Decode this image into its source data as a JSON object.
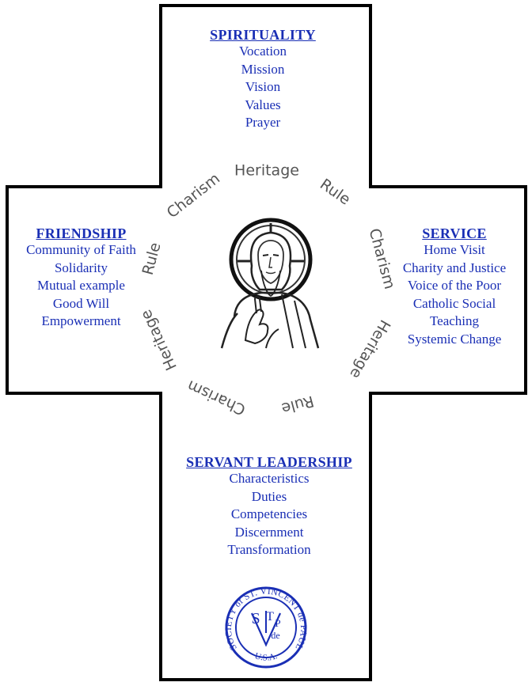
{
  "sections": {
    "top": {
      "heading": "SPIRITUALITY",
      "items": [
        "Vocation",
        "Mission",
        "Vision",
        "Values",
        "Prayer"
      ]
    },
    "left": {
      "heading": "FRIENDSHIP",
      "items": [
        "Community of Faith",
        "Solidarity",
        "Mutual example",
        "Good Will",
        "Empowerment"
      ]
    },
    "right": {
      "heading": "SERVICE",
      "items": [
        "Home Visit",
        "Charity and Justice",
        "Voice of the Poor",
        "Catholic Social",
        "Teaching",
        "Systemic Change"
      ]
    },
    "bottom": {
      "heading": "SERVANT LEADERSHIP",
      "items": [
        "Characteristics",
        "Duties",
        "Competencies",
        "Discernment",
        "Transformation"
      ]
    }
  },
  "ring_words": [
    "Heritage",
    "Rule",
    "Charism",
    "Heritage",
    "Rule",
    "Charism",
    "Heritage",
    "Rule",
    "Charism"
  ],
  "logo": {
    "ring_text": "SOCIETY of ST. VINCENT de PAUL",
    "bottom_text": "U.S.A.",
    "monogram": {
      "s": "S",
      "t": "T",
      "v": "V",
      "p": "P",
      "de": "de"
    }
  },
  "colors": {
    "text_blue": "#1a2fb5",
    "ring_gray": "#555555",
    "outline": "#000000"
  }
}
